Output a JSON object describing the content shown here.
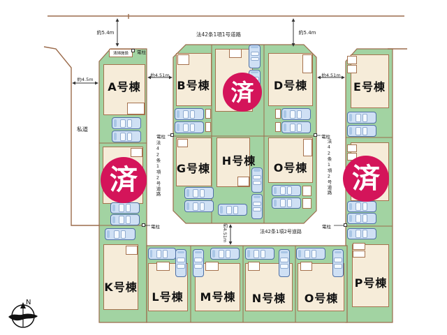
{
  "colors": {
    "lot_green": "#a2d3a2",
    "building_beige": "#f6ecd9",
    "sold_stamp_red": "#d4145a",
    "boundary_brown": "#9b6b4b",
    "car_blue": "#cfe0f4"
  },
  "roads": {
    "top": "法42条1項1号道路",
    "bottom": "法42条1項2号道路",
    "left": "法42条1項2号道路",
    "right": "法42条1項2号道路",
    "private": "私道"
  },
  "measurements": {
    "top_left": "約5.4m",
    "top_right": "約5.4m",
    "gap_ab": "約4.51m",
    "gap_de": "約4.51m",
    "gap_bottom": "約4.51m",
    "private_width": "約4.5m"
  },
  "labels": {
    "cleaning_facility": "清掃施設",
    "utility_pole": "電柱",
    "sold": "済",
    "north": "N"
  },
  "lots": [
    {
      "label": "A号棟"
    },
    {
      "label": "B号棟"
    },
    {
      "label": "D号棟"
    },
    {
      "label": "E号棟"
    },
    {
      "label": "G号棟"
    },
    {
      "label": "H号棟"
    },
    {
      "label": "O号棟"
    },
    {
      "label": "K号棟"
    },
    {
      "label": "L号棟"
    },
    {
      "label": "M号棟"
    },
    {
      "label": "N号棟"
    },
    {
      "label": "O号棟"
    },
    {
      "label": "P号棟"
    }
  ]
}
